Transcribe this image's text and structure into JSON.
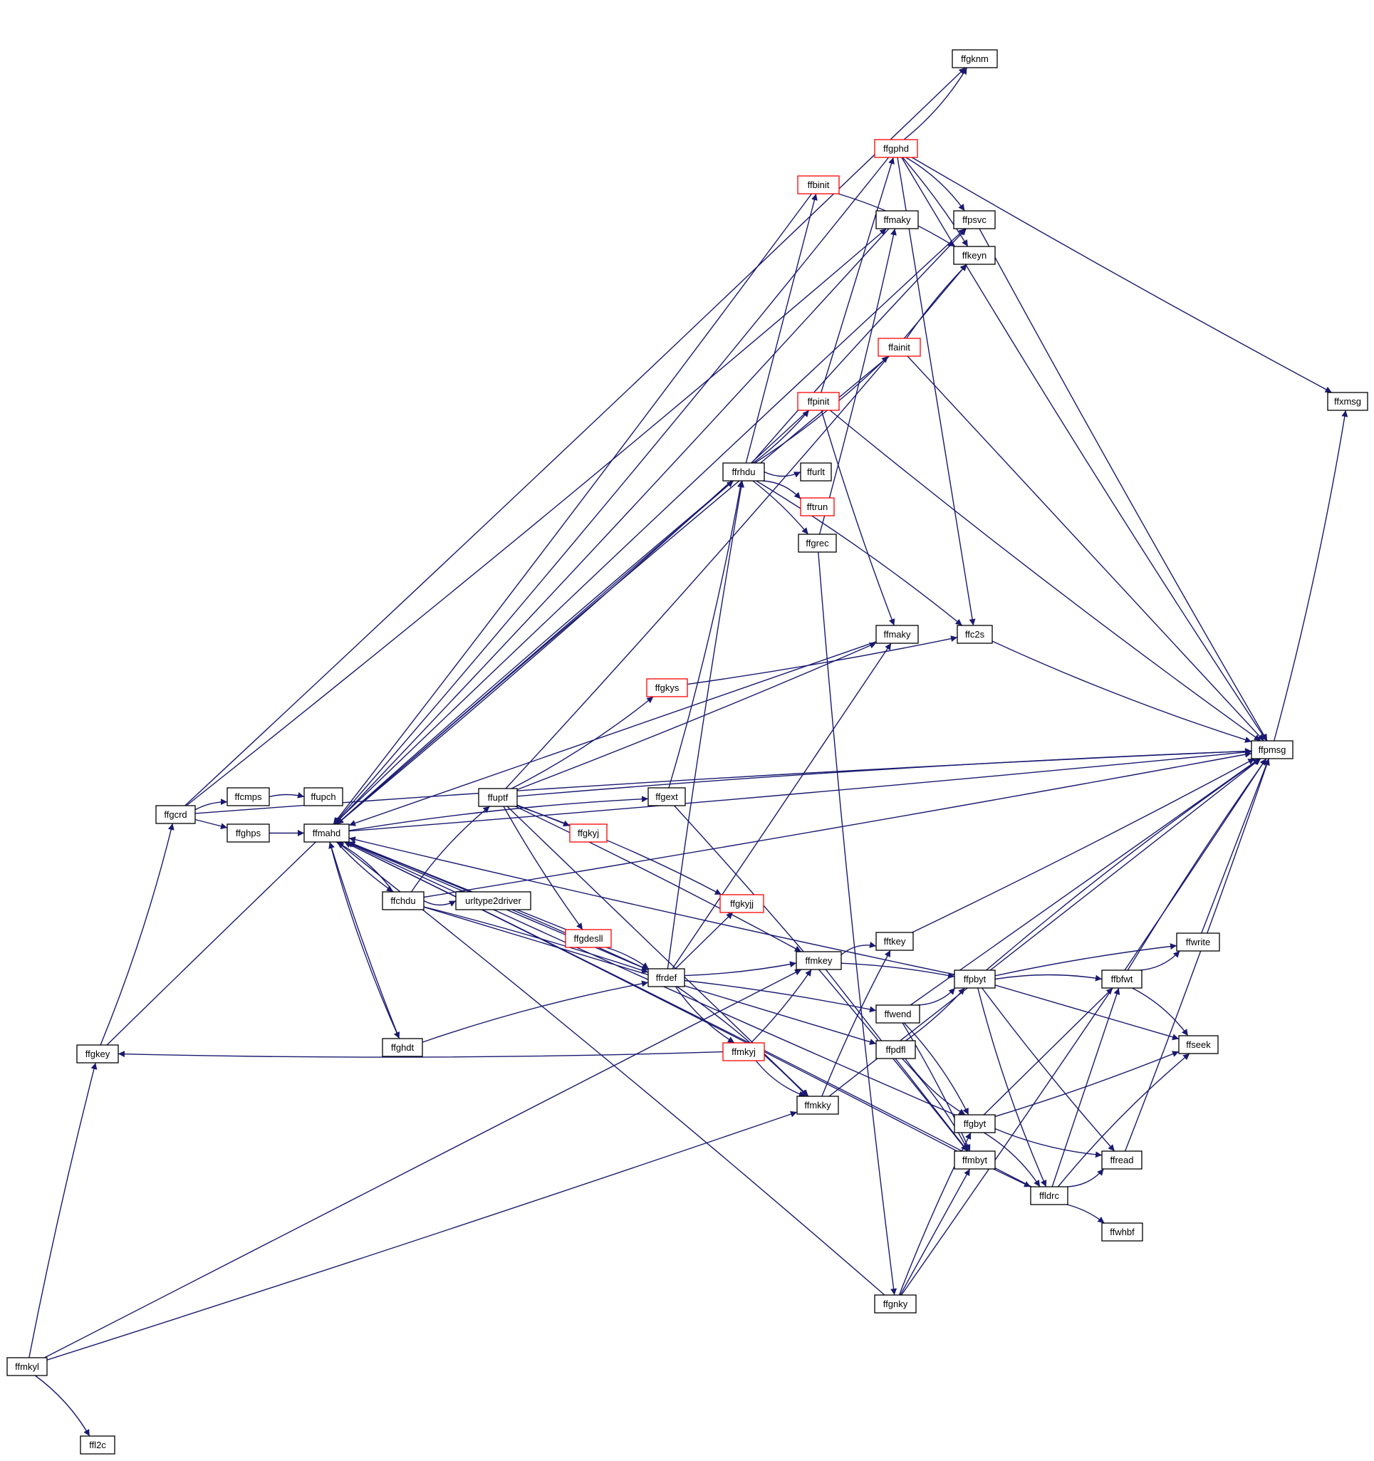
{
  "colors": {
    "edge": "#191970",
    "node_border": "#000000",
    "node_border_incomplete": "#ff0000",
    "highlight_fill": "#bfbfbf",
    "node_fill": "#ffffff",
    "text": "#000000"
  },
  "nodes": [
    {
      "id": "ffmkyl",
      "label": "ffmkyl",
      "highlight": true
    },
    {
      "id": "ffl2c",
      "label": "ffl2c"
    },
    {
      "id": "ffgkey",
      "label": "ffgkey"
    },
    {
      "id": "ffgcrd",
      "label": "ffgcrd"
    },
    {
      "id": "ffcmps",
      "label": "ffcmps"
    },
    {
      "id": "ffupch",
      "label": "ffupch"
    },
    {
      "id": "ffghps",
      "label": "ffghps"
    },
    {
      "id": "ffmahd",
      "label": "ffmahd"
    },
    {
      "id": "ffchdu",
      "label": "ffchdu"
    },
    {
      "id": "urltype2driver",
      "label": "urltype2driver"
    },
    {
      "id": "ffghdt",
      "label": "ffghdt"
    },
    {
      "id": "ffuptf",
      "label": "ffuptf"
    },
    {
      "id": "ffgkyj",
      "label": "ffgkyj",
      "incomplete": true
    },
    {
      "id": "ffgdesll",
      "label": "ffgdesll",
      "incomplete": true
    },
    {
      "id": "ffgkys",
      "label": "ffgkys",
      "incomplete": true
    },
    {
      "id": "ffgext",
      "label": "ffgext"
    },
    {
      "id": "ffrdef",
      "label": "ffrdef"
    },
    {
      "id": "ffrhdu",
      "label": "ffrhdu"
    },
    {
      "id": "ffurlt",
      "label": "ffurlt"
    },
    {
      "id": "fftrun",
      "label": "fftrun",
      "incomplete": true
    },
    {
      "id": "ffgrec",
      "label": "ffgrec"
    },
    {
      "id": "ffbinit",
      "label": "ffbinit",
      "incomplete": true
    },
    {
      "id": "ffpinit",
      "label": "ffpinit",
      "incomplete": true
    },
    {
      "id": "ffainit",
      "label": "ffainit",
      "incomplete": true
    },
    {
      "id": "ffgphd",
      "label": "ffgphd",
      "incomplete": true
    },
    {
      "id": "ffmaky_top",
      "label": "ffmaky"
    },
    {
      "id": "ffmaky_mid",
      "label": "ffmaky"
    },
    {
      "id": "ffgknm",
      "label": "ffgknm"
    },
    {
      "id": "ffpsvc",
      "label": "ffpsvc"
    },
    {
      "id": "ffkeyn",
      "label": "ffkeyn"
    },
    {
      "id": "ffc2s",
      "label": "ffc2s"
    },
    {
      "id": "ffgkyjj",
      "label": "ffgkyjj",
      "incomplete": true
    },
    {
      "id": "ffmkey",
      "label": "ffmkey"
    },
    {
      "id": "ffmkyj",
      "label": "ffmkyj",
      "incomplete": true
    },
    {
      "id": "ffmkky",
      "label": "ffmkky"
    },
    {
      "id": "fftkey",
      "label": "fftkey"
    },
    {
      "id": "ffwend",
      "label": "ffwend"
    },
    {
      "id": "ffpdfl",
      "label": "ffpdfl"
    },
    {
      "id": "ffgnky",
      "label": "ffgnky"
    },
    {
      "id": "ffpbyt",
      "label": "ffpbyt"
    },
    {
      "id": "ffgbyt",
      "label": "ffgbyt"
    },
    {
      "id": "ffmbyt",
      "label": "ffmbyt"
    },
    {
      "id": "ffbfwt",
      "label": "ffbfwt"
    },
    {
      "id": "ffwrite",
      "label": "ffwrite"
    },
    {
      "id": "ffseek",
      "label": "ffseek"
    },
    {
      "id": "ffread",
      "label": "ffread"
    },
    {
      "id": "ffldrc",
      "label": "ffldrc"
    },
    {
      "id": "ffwhbf",
      "label": "ffwhbf"
    },
    {
      "id": "ffpmsg",
      "label": "ffpmsg"
    },
    {
      "id": "ffxmsg",
      "label": "ffxmsg"
    }
  ],
  "edges": [
    [
      "ffmkyl",
      "ffl2c"
    ],
    [
      "ffmkyl",
      "ffgkey"
    ],
    [
      "ffmkyl",
      "ffmkey"
    ],
    [
      "ffmkyl",
      "ffmkky"
    ],
    [
      "ffgkey",
      "ffgcrd"
    ],
    [
      "ffgkey",
      "ffpsvc"
    ],
    [
      "ffgcrd",
      "ffcmps"
    ],
    [
      "ffgcrd",
      "ffghps"
    ],
    [
      "ffgcrd",
      "ffgknm"
    ],
    [
      "ffgcrd",
      "ffmaky_top"
    ],
    [
      "ffgcrd",
      "ffpmsg"
    ],
    [
      "ffcmps",
      "ffupch"
    ],
    [
      "ffghps",
      "ffmahd"
    ],
    [
      "ffmahd",
      "ffchdu"
    ],
    [
      "ffmahd",
      "ffghdt"
    ],
    [
      "ffmahd",
      "ffgext"
    ],
    [
      "ffmahd",
      "ffrhdu"
    ],
    [
      "ffmahd",
      "ffrdef"
    ],
    [
      "ffmahd",
      "ffpmsg"
    ],
    [
      "ffchdu",
      "urltype2driver"
    ],
    [
      "ffchdu",
      "ffuptf"
    ],
    [
      "ffchdu",
      "ffrdef"
    ],
    [
      "ffchdu",
      "ffpdfl"
    ],
    [
      "ffchdu",
      "ffpmsg"
    ],
    [
      "ffchdu",
      "ffmahd"
    ],
    [
      "ffghdt",
      "ffrdef"
    ],
    [
      "ffghdt",
      "ffmahd"
    ],
    [
      "ffuptf",
      "ffgkyj"
    ],
    [
      "ffuptf",
      "ffgdesll"
    ],
    [
      "ffuptf",
      "ffgkys"
    ],
    [
      "ffuptf",
      "ffgkyjj"
    ],
    [
      "ffuptf",
      "ffmkey"
    ],
    [
      "ffuptf",
      "ffmkky"
    ],
    [
      "ffuptf",
      "ffmaky_mid"
    ],
    [
      "ffuptf",
      "ffkeyn"
    ],
    [
      "ffuptf",
      "ffpmsg"
    ],
    [
      "ffgdesll",
      "ffrdef"
    ],
    [
      "ffgdesll",
      "ffmahd"
    ],
    [
      "ffgkys",
      "ffc2s"
    ],
    [
      "ffgext",
      "ffrhdu"
    ],
    [
      "ffgext",
      "ffmbyt"
    ],
    [
      "ffrdef",
      "ffrhdu"
    ],
    [
      "ffrdef",
      "ffgkyjj"
    ],
    [
      "ffrdef",
      "ffmkey"
    ],
    [
      "ffrdef",
      "ffmkyj"
    ],
    [
      "ffrdef",
      "ffmkky"
    ],
    [
      "ffrdef",
      "ffwend"
    ],
    [
      "ffrdef",
      "ffmaky_mid"
    ],
    [
      "ffrdef",
      "ffmahd"
    ],
    [
      "ffrhdu",
      "ffurlt"
    ],
    [
      "ffrhdu",
      "fftrun"
    ],
    [
      "ffrhdu",
      "ffgrec"
    ],
    [
      "ffrhdu",
      "ffbinit"
    ],
    [
      "ffrhdu",
      "ffpinit"
    ],
    [
      "ffrhdu",
      "ffainit"
    ],
    [
      "ffrhdu",
      "ffc2s"
    ],
    [
      "ffrhdu",
      "ffpsvc"
    ],
    [
      "ffrhdu",
      "ffmahd"
    ],
    [
      "ffgrec",
      "ffmaky_top"
    ],
    [
      "ffgrec",
      "ffgnky"
    ],
    [
      "ffbinit",
      "ffkeyn"
    ],
    [
      "ffbinit",
      "ffmahd"
    ],
    [
      "ffpinit",
      "ffgphd"
    ],
    [
      "ffpinit",
      "ffmaky_mid"
    ],
    [
      "ffpinit",
      "ffpmsg"
    ],
    [
      "ffpinit",
      "ffmahd"
    ],
    [
      "ffainit",
      "ffkeyn"
    ],
    [
      "ffainit",
      "ffpmsg"
    ],
    [
      "ffainit",
      "ffmahd"
    ],
    [
      "ffgphd",
      "ffgknm"
    ],
    [
      "ffgphd",
      "ffpsvc"
    ],
    [
      "ffgphd",
      "ffkeyn"
    ],
    [
      "ffgphd",
      "ffc2s"
    ],
    [
      "ffgphd",
      "ffxmsg"
    ],
    [
      "ffgphd",
      "ffpmsg"
    ],
    [
      "ffgphd",
      "ffmahd"
    ],
    [
      "ffmaky_top",
      "ffmahd"
    ],
    [
      "ffmaky_mid",
      "ffmahd"
    ],
    [
      "ffpsvc",
      "ffpmsg"
    ],
    [
      "ffc2s",
      "ffpmsg"
    ],
    [
      "ffmkey",
      "fftkey"
    ],
    [
      "ffmkey",
      "ffpbyt"
    ],
    [
      "ffmkey",
      "ffmbyt"
    ],
    [
      "ffmkyj",
      "ffmkey"
    ],
    [
      "ffmkyj",
      "ffmkky"
    ],
    [
      "ffmkyj",
      "ffgkey"
    ],
    [
      "ffmkky",
      "fftkey"
    ],
    [
      "ffmkky",
      "ffpmsg"
    ],
    [
      "fftkey",
      "ffpmsg"
    ],
    [
      "ffwend",
      "ffpbyt"
    ],
    [
      "ffwend",
      "ffgbyt"
    ],
    [
      "ffwend",
      "ffmbyt"
    ],
    [
      "ffwend",
      "ffpmsg"
    ],
    [
      "ffpdfl",
      "ffpbyt"
    ],
    [
      "ffpdfl",
      "ffgbyt"
    ],
    [
      "ffpdfl",
      "ffmbyt"
    ],
    [
      "ffgnky",
      "ffgbyt"
    ],
    [
      "ffgnky",
      "ffmbyt"
    ],
    [
      "ffgnky",
      "ffpmsg"
    ],
    [
      "ffgnky",
      "ffmahd"
    ],
    [
      "ffpbyt",
      "ffbfwt"
    ],
    [
      "ffpbyt",
      "ffwrite"
    ],
    [
      "ffpbyt",
      "ffseek"
    ],
    [
      "ffpbyt",
      "ffread"
    ],
    [
      "ffpbyt",
      "ffldrc"
    ],
    [
      "ffpbyt",
      "ffpmsg"
    ],
    [
      "ffpbyt",
      "ffmahd"
    ],
    [
      "ffgbyt",
      "ffbfwt"
    ],
    [
      "ffgbyt",
      "ffseek"
    ],
    [
      "ffgbyt",
      "ffread"
    ],
    [
      "ffgbyt",
      "ffldrc"
    ],
    [
      "ffgbyt",
      "ffmahd"
    ],
    [
      "ffmbyt",
      "ffldrc"
    ],
    [
      "ffmbyt",
      "ffmahd"
    ],
    [
      "ffbfwt",
      "ffwrite"
    ],
    [
      "ffbfwt",
      "ffseek"
    ],
    [
      "ffbfwt",
      "ffpmsg"
    ],
    [
      "ffwrite",
      "ffpmsg"
    ],
    [
      "ffread",
      "ffpmsg"
    ],
    [
      "ffldrc",
      "ffread"
    ],
    [
      "ffldrc",
      "ffseek"
    ],
    [
      "ffldrc",
      "ffwhbf"
    ],
    [
      "ffldrc",
      "ffbfwt"
    ],
    [
      "ffldrc",
      "ffmahd"
    ],
    [
      "ffpmsg",
      "ffxmsg"
    ]
  ]
}
